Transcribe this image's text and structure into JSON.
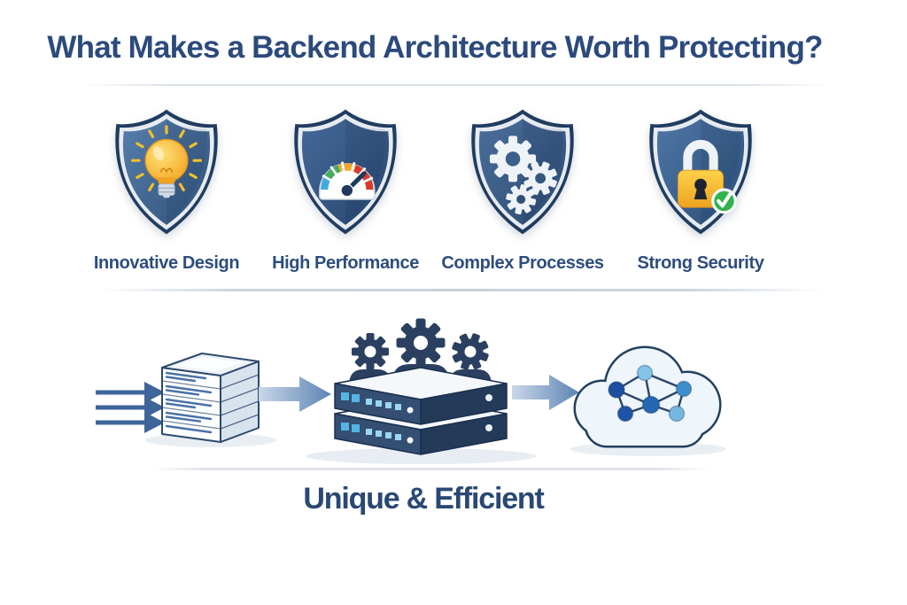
{
  "title": "What Makes a Backend Architecture Worth Protecting?",
  "caption": "Unique & Efficient",
  "features": [
    {
      "label": "Innovative Design",
      "icon": "shield-lightbulb-icon"
    },
    {
      "label": "High Performance",
      "icon": "shield-gauge-icon"
    },
    {
      "label": "Complex Processes",
      "icon": "shield-gears-icon"
    },
    {
      "label": "Strong Security",
      "icon": "shield-lock-icon"
    }
  ],
  "flow": {
    "stages": [
      {
        "name": "incoming documents",
        "icon": "document-stack-icon"
      },
      {
        "name": "processing servers",
        "icon": "server-workers-icon"
      },
      {
        "name": "cloud network",
        "icon": "cloud-network-icon"
      }
    ]
  },
  "colors": {
    "heading_text": "#2c4a7c",
    "label_text": "#2d4d7e",
    "shield_rim": "#203c60",
    "shield_ring": "#e6ebf2",
    "shield_body_light": "#4d76a4",
    "shield_body_dark": "#2c4f78",
    "bulb_yellow": "#f6ad25",
    "gauge_blue": "#3fa9e0",
    "gauge_green": "#45ad5b",
    "gauge_orange": "#f2a72e",
    "gauge_red": "#d83a2e",
    "lock_gold": "#f5b32b",
    "check_green": "#31b34c",
    "arrow_blue": "#3e6599",
    "server_front": "#344f72",
    "server_side": "#233a58",
    "light_blue_led": "#55b4e4",
    "cloud_fill": "#eef5fb",
    "node_dark": "#1c4f9e",
    "node_mid": "#3e8ecb",
    "node_light": "#82c3e6"
  }
}
